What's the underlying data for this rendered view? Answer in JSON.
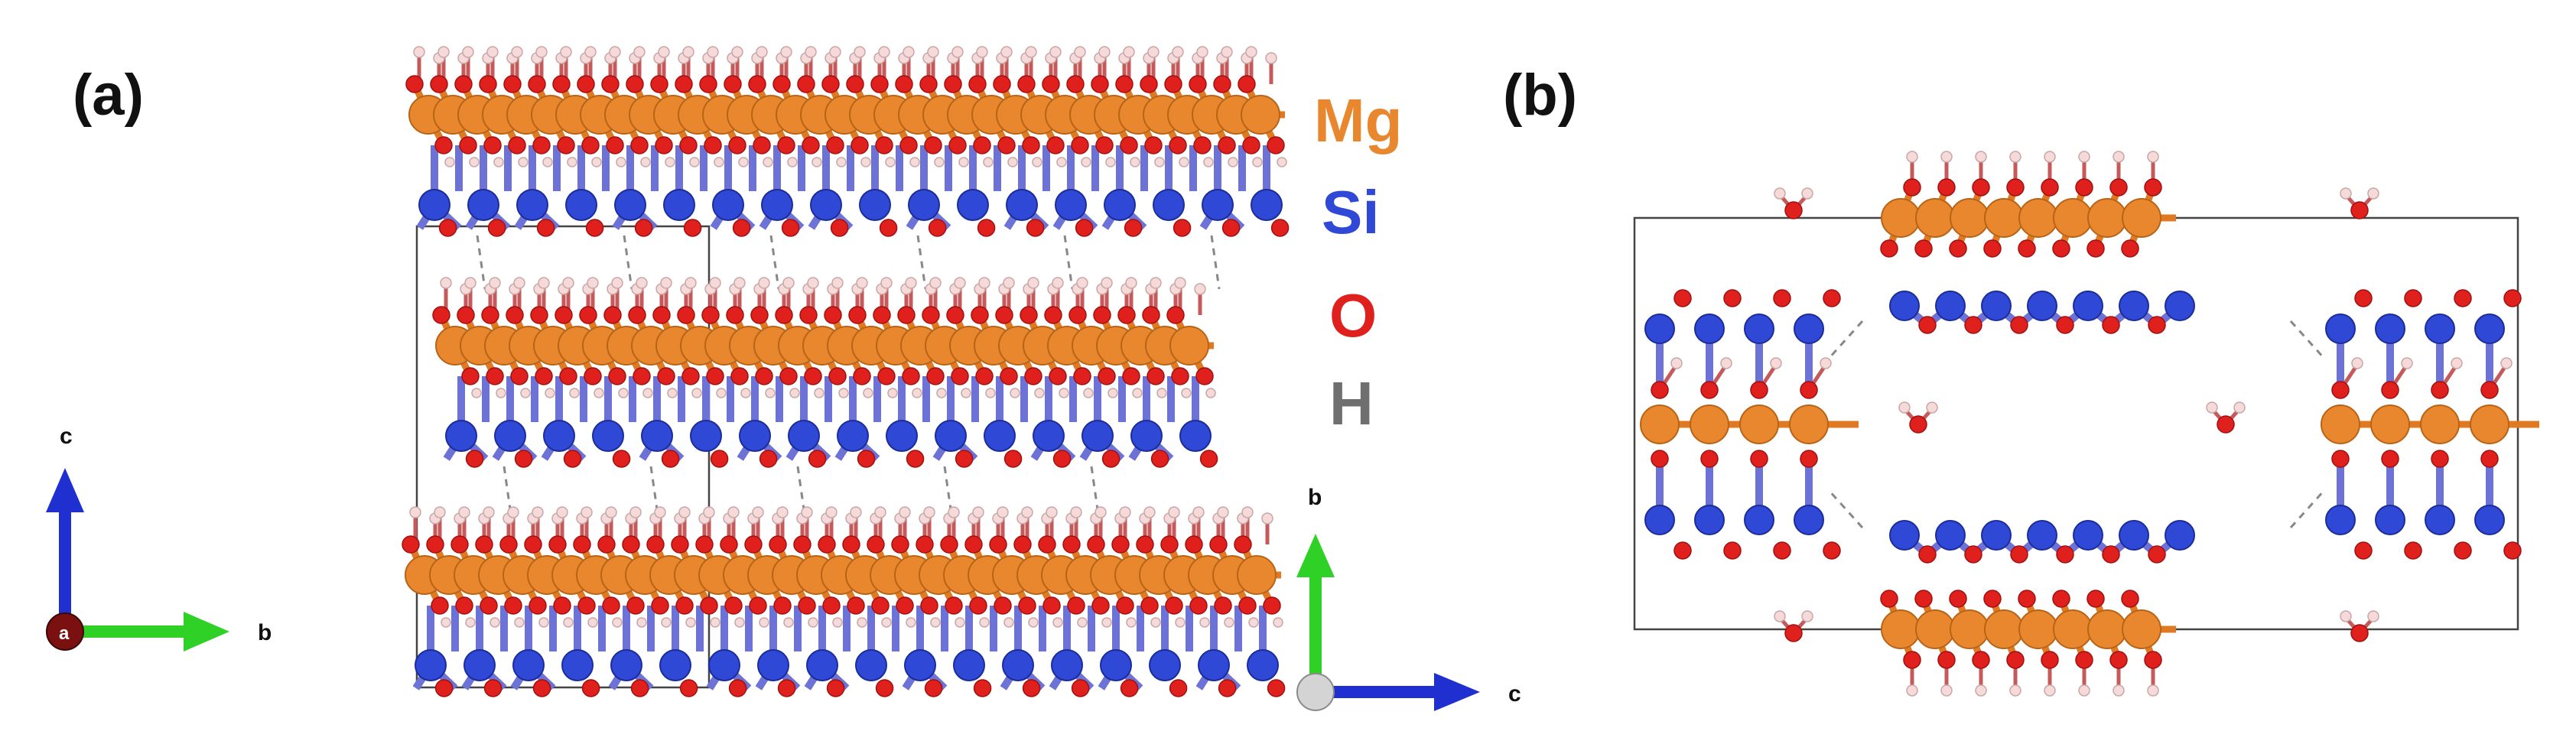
{
  "panels": {
    "a": {
      "label": "(a)"
    },
    "b": {
      "label": "(b)"
    }
  },
  "legend": {
    "items": [
      {
        "symbol": "Mg",
        "color": "#e8872d"
      },
      {
        "symbol": "Si",
        "color": "#2f48d6"
      },
      {
        "symbol": "O",
        "color": "#e0201c"
      },
      {
        "symbol": "H",
        "color": "#6f6f6f"
      }
    ]
  },
  "axes_a": {
    "vertical": "c",
    "horizontal": "b",
    "origin": "a"
  },
  "axes_b": {
    "vertical": "b",
    "horizontal": "c"
  },
  "colors": {
    "Mg": "#e8872d",
    "Si": "#2f48d6",
    "O": "#e0201c",
    "H": "#f6dada",
    "axis_vertical_a": "#1f2fd0",
    "axis_horizontal_a": "#2fd126",
    "axis_vertical_b": "#2fd126",
    "axis_horizontal_b": "#1f2fd0",
    "origin_a": "#7a1010",
    "origin_b": "#cccccc"
  }
}
